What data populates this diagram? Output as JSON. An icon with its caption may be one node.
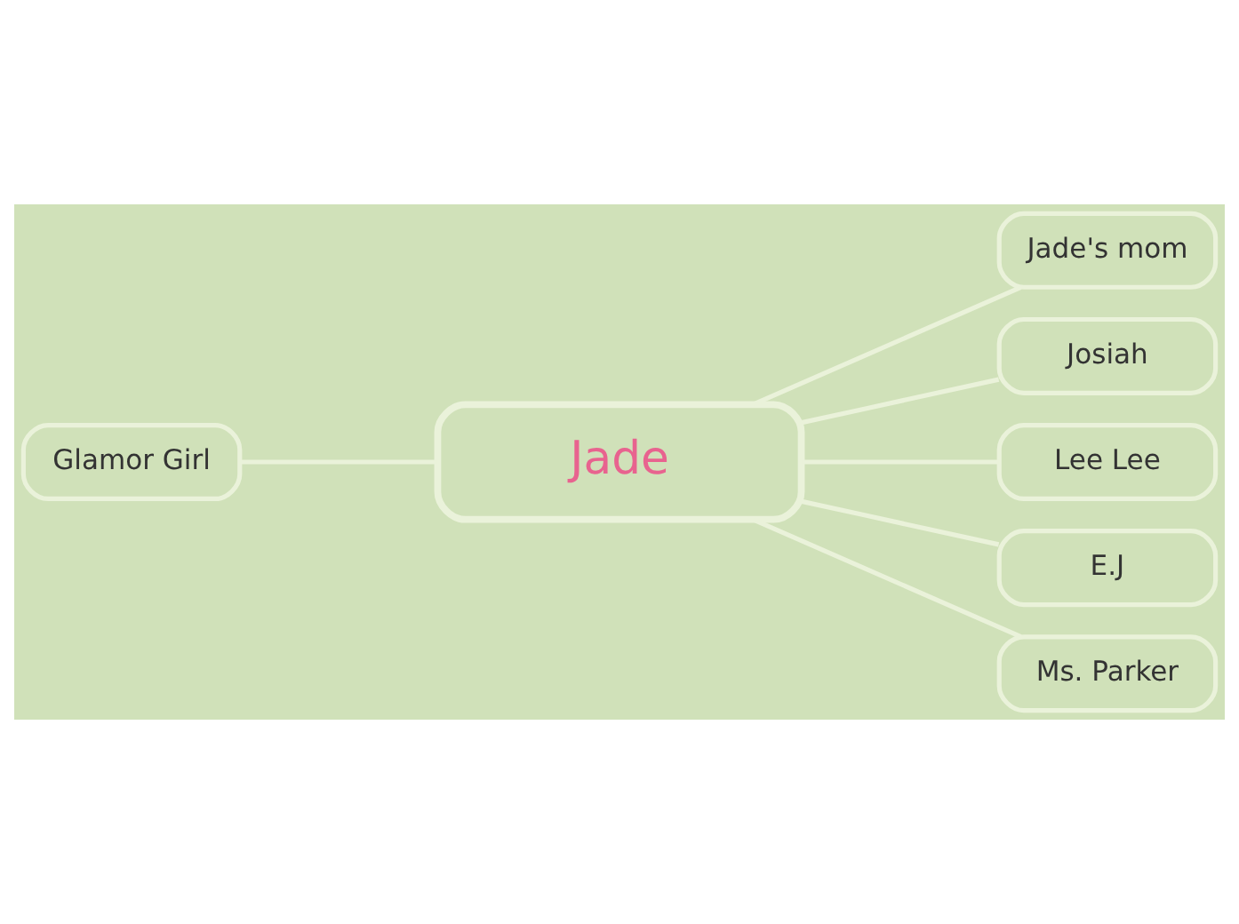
{
  "diagram": {
    "nodes": [
      {
        "text": [
          "Jade"
        ]
      },
      {
        "text": [
          "Glamor Girl"
        ]
      },
      {
        "text": [
          "Jade's mom"
        ]
      },
      {
        "text": [
          "Josiah"
        ]
      },
      {
        "text": [
          "Lee Lee"
        ]
      },
      {
        "text": [
          "E.J"
        ]
      },
      {
        "text": [
          "Ms. Parker"
        ]
      }
    ],
    "edges": [
      {
        "from": 0,
        "to": 1,
        "arrow": "none"
      },
      {
        "from": 0,
        "to": 2,
        "arrow": "none"
      },
      {
        "from": 0,
        "to": 3,
        "arrow": "none"
      },
      {
        "from": 0,
        "to": 4,
        "arrow": "none"
      },
      {
        "from": 0,
        "to": 5,
        "arrow": "none"
      },
      {
        "from": 0,
        "to": 6,
        "arrow": "none"
      }
    ]
  }
}
